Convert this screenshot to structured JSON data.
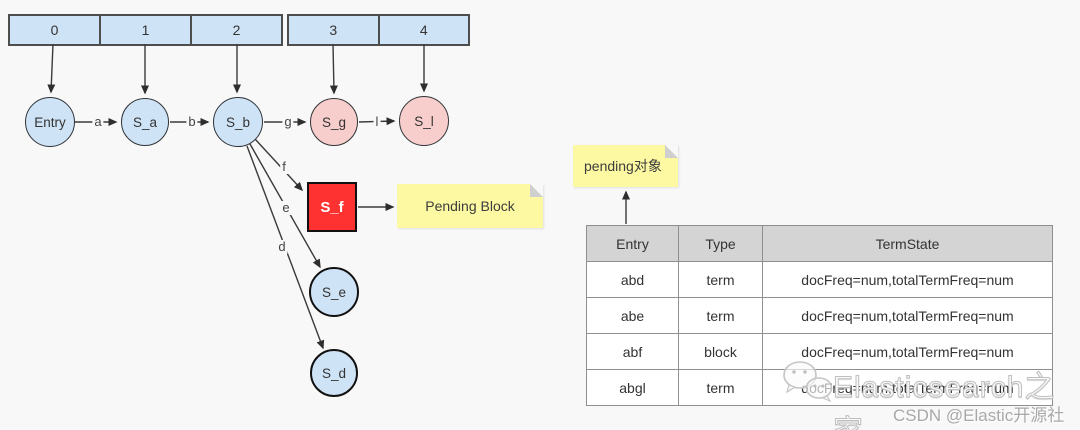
{
  "diagram": {
    "array_cells": [
      "0",
      "1",
      "2",
      "3",
      "4"
    ],
    "nodes": {
      "entry": {
        "label": "Entry",
        "style": "blue-circle"
      },
      "s_a": {
        "label": "S_a",
        "style": "blue-circle"
      },
      "s_b": {
        "label": "S_b",
        "style": "blue-circle"
      },
      "s_g": {
        "label": "S_g",
        "style": "pink-circle"
      },
      "s_l": {
        "label": "S_l",
        "style": "pink-circle"
      },
      "s_f": {
        "label": "S_f",
        "style": "red-square"
      },
      "s_e": {
        "label": "S_e",
        "style": "blue-circle-thick"
      },
      "s_d": {
        "label": "S_d",
        "style": "blue-circle-thick"
      }
    },
    "edges": [
      {
        "from": "Entry",
        "to": "S_a",
        "label": "a"
      },
      {
        "from": "S_a",
        "to": "S_b",
        "label": "b"
      },
      {
        "from": "S_b",
        "to": "S_g",
        "label": "g"
      },
      {
        "from": "S_g",
        "to": "S_l",
        "label": "l"
      },
      {
        "from": "S_b",
        "to": "S_f",
        "label": "f"
      },
      {
        "from": "S_b",
        "to": "S_e",
        "label": "e"
      },
      {
        "from": "S_b",
        "to": "S_d",
        "label": "d"
      }
    ],
    "notes": {
      "pending_block": "Pending Block",
      "pending_object": "pending对象"
    }
  },
  "table": {
    "headers": [
      "Entry",
      "Type",
      "TermState"
    ],
    "rows": [
      [
        "abd",
        "term",
        "docFreq=num,totalTermFreq=num"
      ],
      [
        "abe",
        "term",
        "docFreq=num,totalTermFreq=num"
      ],
      [
        "abf",
        "block",
        "docFreq=num,totalTermFreq=num"
      ],
      [
        "abgl",
        "term",
        "docFreq=num,totalTermFreq=num"
      ]
    ]
  },
  "watermark": {
    "brand": "Elasticsearch之家",
    "credit": "CSDN @Elastic开源社区"
  },
  "colors": {
    "background": "#f8f8f8",
    "node_blue": "#cfe3f7",
    "node_pink": "#f8cecc",
    "node_red": "#ff3232",
    "note_yellow": "#fcf9a2",
    "table_header": "#d4d4d4"
  }
}
